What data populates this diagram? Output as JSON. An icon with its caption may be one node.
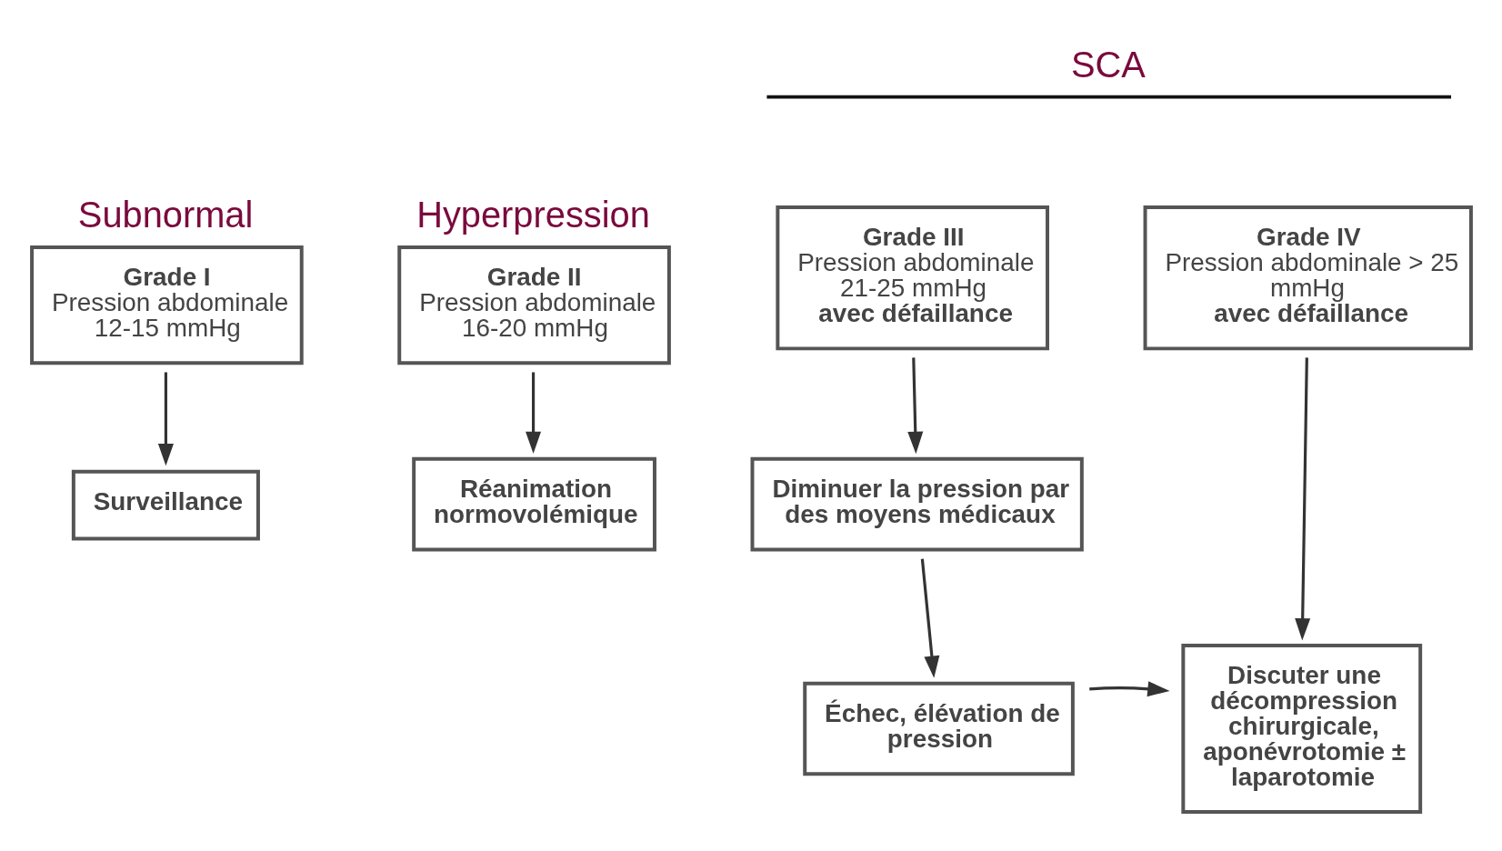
{
  "diagram": {
    "nodes": [
      {
        "text": [
          "Grade I",
          "Pression abdominale 12-15 mmHg"
        ],
        "beside": [
          "Subnormal"
        ]
      },
      {
        "text": [
          "Grade II",
          "Pression abdominale 16-20 mmHg"
        ],
        "beside": [
          "Hyperpression"
        ]
      },
      {
        "text": [
          "Grade III",
          "Pression abdominale 21-25 mmHg",
          "avec défaillance"
        ]
      },
      {
        "text": [
          "Grade IV",
          "Pression abdominale > 25 mmHg",
          "avec défaillance"
        ]
      },
      {
        "text": [
          "Surveillance"
        ]
      },
      {
        "text": [
          "Réanimation normovolémique"
        ]
      },
      {
        "text": [
          "Diminuer la pression par des moyens médicaux"
        ]
      },
      {
        "text": [
          "Échec, élévation de pression"
        ]
      },
      {
        "text": [
          "Discuter une décompression chirurgicale, aponévrotomie ± laparotomie"
        ]
      }
    ],
    "edges": [
      {
        "from": 0,
        "to": 4,
        "arrow": "to"
      },
      {
        "from": 1,
        "to": 5,
        "arrow": "to"
      },
      {
        "from": 2,
        "to": 6,
        "arrow": "to"
      },
      {
        "from": 3,
        "to": 8,
        "arrow": "to"
      },
      {
        "from": 6,
        "to": 7,
        "arrow": "to"
      },
      {
        "from": 7,
        "to": 8,
        "arrow": "to"
      }
    ],
    "labels": [
      "SCA"
    ]
  }
}
